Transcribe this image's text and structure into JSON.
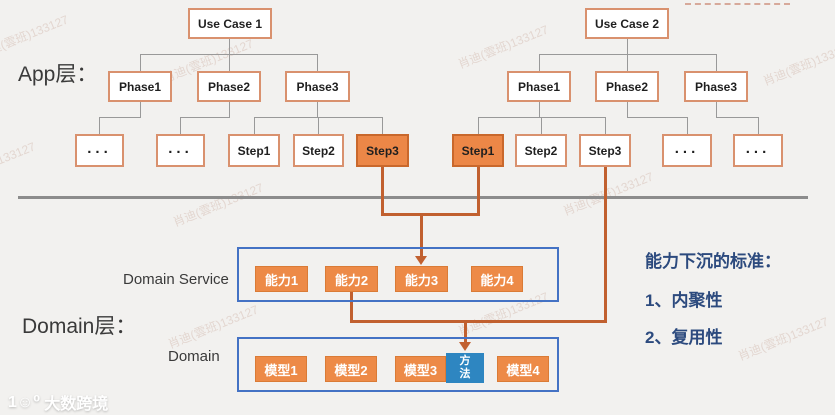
{
  "labels": {
    "app_layer": "App层：",
    "domain_layer": "Domain层：",
    "domain_service": "Domain Service",
    "domain": "Domain"
  },
  "app_layer": {
    "left_tree": {
      "use_case": "Use Case 1",
      "phases": [
        "Phase1",
        "Phase2",
        "Phase3"
      ],
      "steps": [
        {
          "label": "...",
          "highlighted": false
        },
        {
          "label": "...",
          "highlighted": false
        },
        {
          "label": "Step1",
          "highlighted": false
        },
        {
          "label": "Step2",
          "highlighted": false
        },
        {
          "label": "Step3",
          "highlighted": true
        }
      ]
    },
    "right_tree": {
      "use_case": "Use Case 2",
      "phases": [
        "Phase1",
        "Phase2",
        "Phase3"
      ],
      "steps": [
        {
          "label": "Step1",
          "highlighted": true
        },
        {
          "label": "Step2",
          "highlighted": false
        },
        {
          "label": "Step3",
          "highlighted": false
        },
        {
          "label": "...",
          "highlighted": false
        },
        {
          "label": "...",
          "highlighted": false
        }
      ]
    }
  },
  "domain_layer": {
    "domain_service_box": {
      "items": [
        "能力1",
        "能力2",
        "能力3",
        "能力4"
      ]
    },
    "domain_box": {
      "models": [
        "模型1",
        "模型2",
        "模型3",
        "模型4"
      ],
      "method": "方\n法"
    }
  },
  "criteria": {
    "title": "能力下沉的标准：",
    "items": [
      "1、内聚性",
      "2、复用性"
    ]
  },
  "watermark": {
    "text": "肖迪(雲班)133127"
  },
  "brand": {
    "icon": "1☺⁰",
    "name": "大数跨境"
  },
  "colors": {
    "background": "#f2f1ef",
    "node_border_orange": "#d9916e",
    "highlight_fill": "#ec8747",
    "chip_orange": "#ed8a47",
    "method_blue": "#2e86c1",
    "container_blue": "#4472c4",
    "connector_orange": "#c1602f",
    "connector_gray": "#999999",
    "criteria_navy": "#2c4a7e"
  }
}
